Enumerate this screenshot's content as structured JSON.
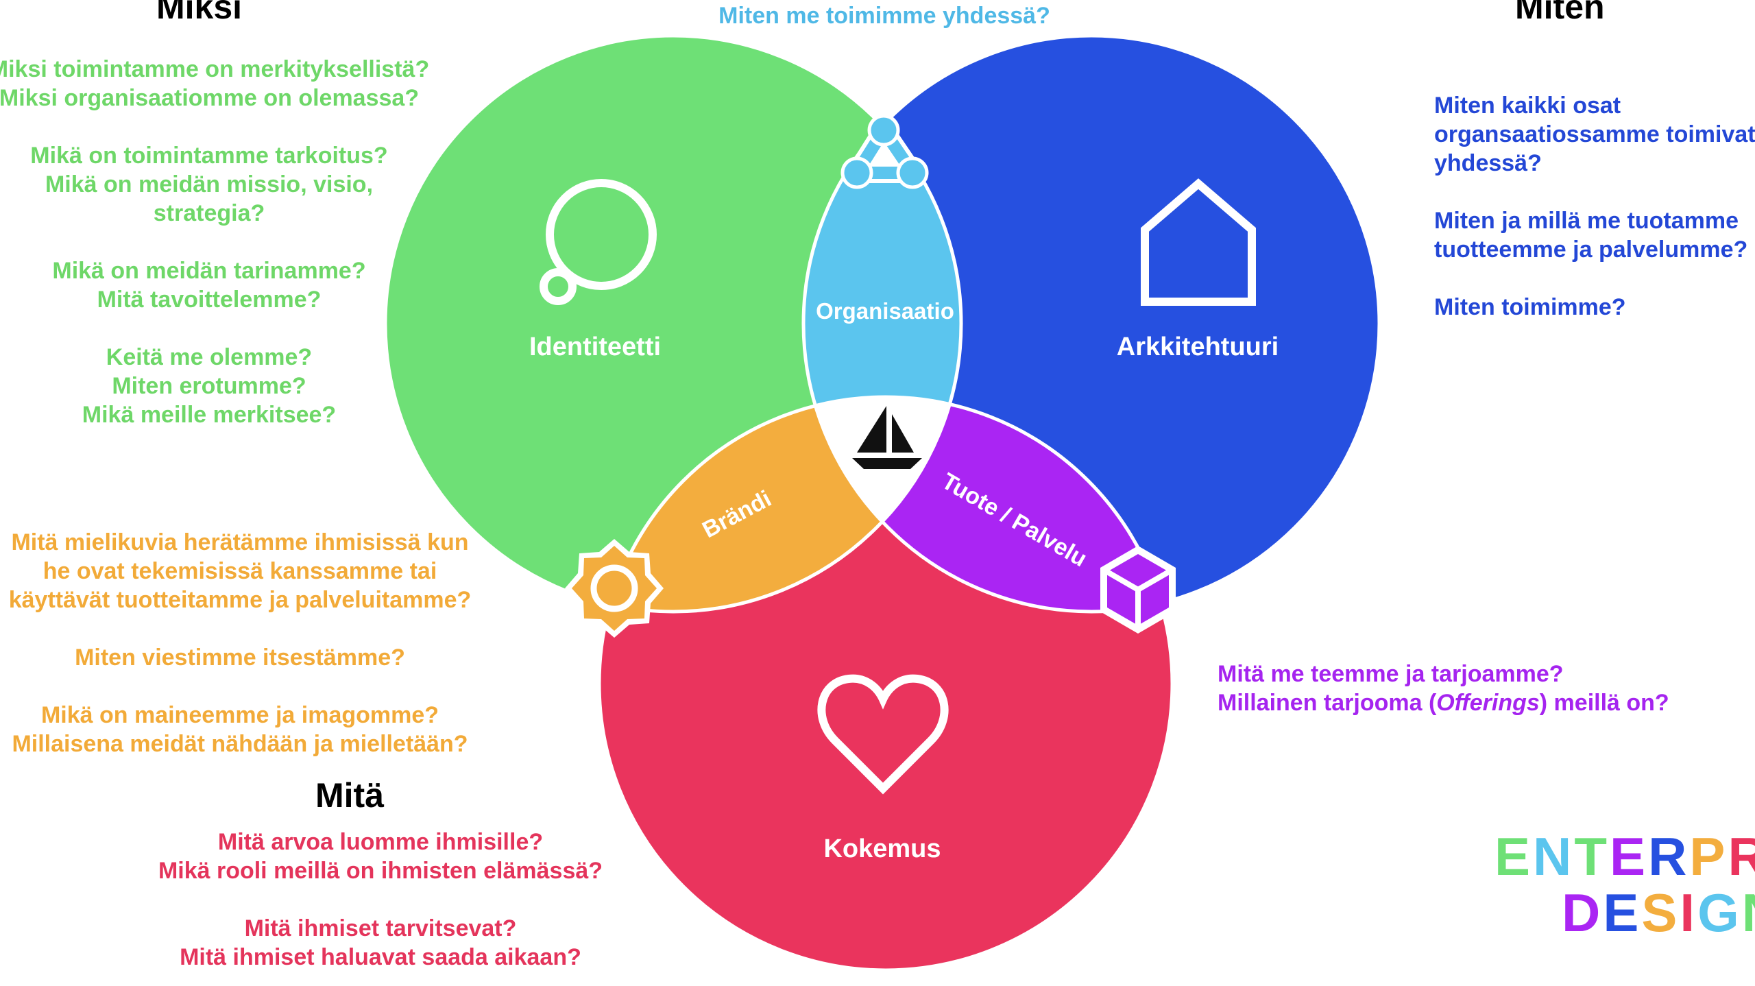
{
  "headings": {
    "why": "Miksi",
    "how": "Miten",
    "what": "Mitä"
  },
  "top_question": "Miten me toimimme yhdessä?",
  "circles": {
    "identity": "Identiteetti",
    "architecture": "Arkkitehtuuri",
    "experience": "Kokemus"
  },
  "intersections": {
    "organization": "Organisaatio",
    "brand": "Brändi",
    "product": "Tuote / Palvelu"
  },
  "green_questions": {
    "l1": "Miksi toimintamme on merkityksellistä?",
    "l2": "Miksi organisaatiomme on olemassa?",
    "l3": "Mikä on toimintamme tarkoitus?",
    "l4": "Mikä on meidän missio, visio,",
    "l5": "strategia?",
    "l6": "Mikä on meidän tarinamme?",
    "l7": "Mitä tavoittelemme?",
    "l8": "Keitä me olemme?",
    "l9": "Miten erotumme?",
    "l10": "Mikä meille merkitsee?"
  },
  "blue_questions": {
    "l1": "Miten kaikki osat",
    "l2": "organsaatiossamme toimivat",
    "l3": "yhdessä?",
    "l4": "Miten ja millä me tuotamme",
    "l5": "tuotteemme ja palvelumme?",
    "l6": "Miten toimimme?"
  },
  "orange_questions": {
    "l1": "Mitä mielikuvia herätämme ihmisissä kun",
    "l2": "he ovat tekemisissä kanssamme tai",
    "l3": "käyttävät tuotteitamme ja palveluitamme?",
    "l4": "Miten viestimme itsestämme?",
    "l5": "Mikä on maineemme ja imagomme?",
    "l6": "Millaisena meidät nähdään ja mielletään?"
  },
  "purple_questions": {
    "l1": "Mitä me teemme ja tarjoamme?",
    "l2_before": "Millainen tarjooma (",
    "l2_italic": "Offerings",
    "l2_after": ") meillä on?"
  },
  "red_questions": {
    "l1": "Mitä arvoa luomme ihmisille?",
    "l2": "Mikä rooli meillä on ihmisten elämässä?",
    "l3": "Mitä ihmiset tarvitsevat?",
    "l4": "Mitä ihmiset haluavat saada aikaan?"
  },
  "logo": {
    "line1": "ENTERPRI",
    "line2": "DESIGN"
  },
  "colors": {
    "green": "#6ee076",
    "blue": "#2650e0",
    "red": "#ea345d",
    "light_blue": "#5bc5ee",
    "orange": "#f3ad3e",
    "purple": "#aa25f3",
    "white": "#ffffff",
    "black": "#000000"
  },
  "icons": {
    "identity": "thought-bubble-icon",
    "architecture": "house-icon",
    "experience": "heart-icon",
    "organization": "network-triangle-icon",
    "brand": "sun-icon",
    "product": "cube-icon",
    "center": "sailboat-icon"
  }
}
